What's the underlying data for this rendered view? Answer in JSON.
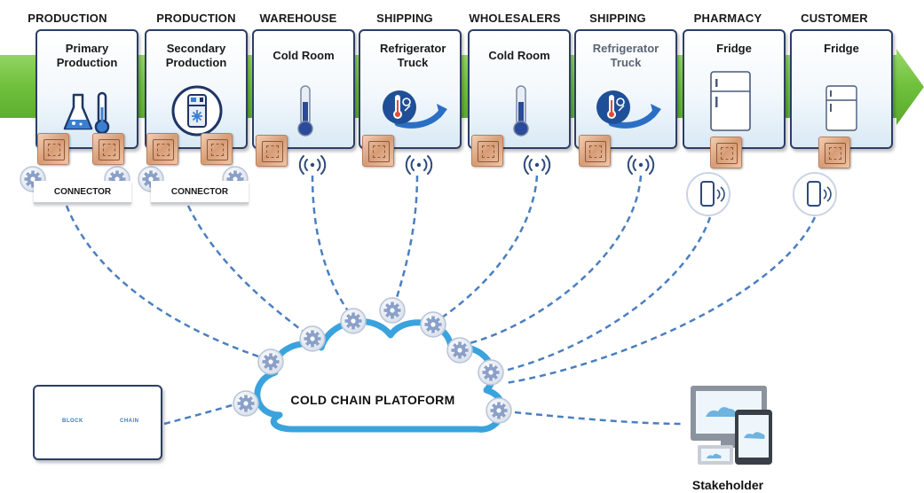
{
  "stages": [
    {
      "heading": "PRODUCTION",
      "label": "Primary Production",
      "icon": "lab-flask-thermometer-icon"
    },
    {
      "heading": "PRODUCTION",
      "label": "Secondary Production",
      "icon": "freezer-icon"
    },
    {
      "heading": "WAREHOUSE",
      "label": "Cold Room",
      "icon": "thermometer-icon"
    },
    {
      "heading": "SHIPPING",
      "label": "Refrigerator Truck",
      "icon": "truck-temperature-icon"
    },
    {
      "heading": "WHOLESALERS",
      "label": "Cold Room",
      "icon": "thermometer-icon"
    },
    {
      "heading": "SHIPPING",
      "label": "Refrigerator Truck",
      "icon": "truck-temperature-icon"
    },
    {
      "heading": "PHARMACY",
      "label": "Fridge",
      "icon": "fridge-icon"
    },
    {
      "heading": "CUSTOMER",
      "label": "Fridge",
      "icon": "fridge-icon"
    }
  ],
  "connectors": [
    "CONNECTOR",
    "CONNECTOR"
  ],
  "platform": {
    "label": "COLD CHAIN PLATOFORM"
  },
  "blockchain": {
    "left_text": "BLOCK",
    "right_text": "CHAIN",
    "icon": "blockchain-network-icon"
  },
  "stakeholder": {
    "label": "Stakeholder",
    "icon": "devices-icon"
  },
  "colors": {
    "arrow": "#7ec84a",
    "frame": "#2c3e66",
    "cloud": "#3aa3dd",
    "dashed": "#4a7fc1",
    "gear": "#8aa0c8"
  }
}
